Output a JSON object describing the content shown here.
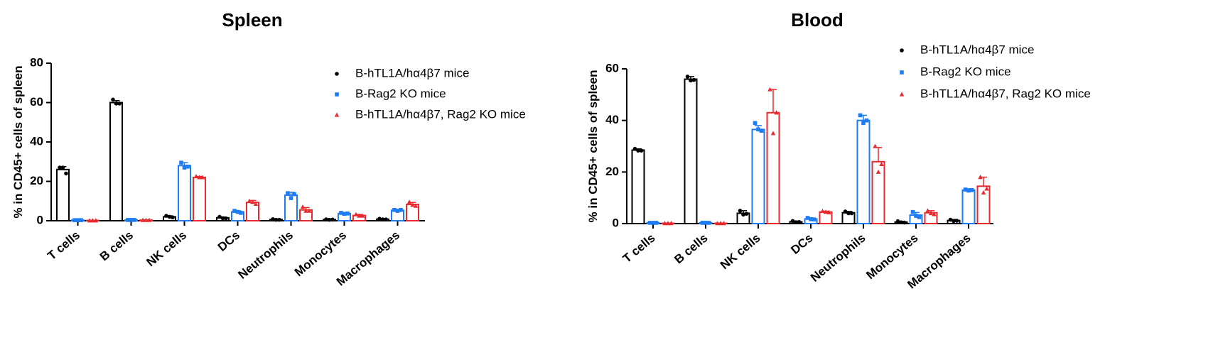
{
  "chart_data": [
    {
      "type": "bar",
      "title": "Spleen",
      "xlabel": "",
      "ylabel": "% in CD45+ cells of spleen",
      "ylim": [
        0,
        80
      ],
      "yticks": [
        0,
        20,
        40,
        60,
        80
      ],
      "categories": [
        "T cells",
        "B cells",
        "NK cells",
        "DCs",
        "Neutrophils",
        "Monocytes",
        "Macrophages"
      ],
      "legend_position": "top-right",
      "grid": false,
      "series": [
        {
          "name": "B-hTL1A/hα4β7 mice",
          "color": "#000000",
          "marker": "circle",
          "values": [
            26,
            60,
            2,
            1.5,
            0.6,
            0.6,
            0.8
          ],
          "error": [
            1.5,
            1,
            0.5,
            0.4,
            0.2,
            0.2,
            0.3
          ],
          "points": [
            [
              27,
              27,
              24
            ],
            [
              61.5,
              59.5,
              59.5
            ],
            [
              2.5,
              2,
              1.7
            ],
            [
              2,
              1.3,
              1.2
            ],
            [
              0.8,
              0.5,
              0.5
            ],
            [
              0.7,
              0.5,
              0.6
            ],
            [
              1,
              0.7,
              0.7
            ]
          ]
        },
        {
          "name": "B-Rag2 KO mice",
          "color": "#1E7CF2",
          "marker": "square",
          "values": [
            0.3,
            0.4,
            28,
            4.5,
            13,
            3.7,
            5.3
          ],
          "error": [
            0.1,
            0.1,
            1.5,
            0.5,
            1.5,
            0.5,
            0.5
          ],
          "points": [
            [
              0.3,
              0.3,
              0.3
            ],
            [
              0.4,
              0.4,
              0.4
            ],
            [
              29.5,
              27,
              27.5
            ],
            [
              5,
              4.5,
              4
            ],
            [
              14,
              11.5,
              13.5
            ],
            [
              4,
              3.5,
              3.7
            ],
            [
              5.5,
              5,
              5.5
            ]
          ]
        },
        {
          "name": "B-hTL1A/hα4β7, Rag2 KO mice",
          "color": "#E8292E",
          "marker": "triangle",
          "values": [
            0.1,
            0.3,
            22,
            9.3,
            5.5,
            2.7,
            8.3
          ],
          "error": [
            0.05,
            0.1,
            0.5,
            1,
            1.2,
            0.5,
            1
          ],
          "points": [
            [
              0.1,
              0.1,
              0.1
            ],
            [
              0.3,
              0.3,
              0.3
            ],
            [
              22.5,
              22,
              22
            ],
            [
              10,
              9.5,
              8.5
            ],
            [
              7,
              5,
              5
            ],
            [
              3.2,
              2.5,
              2.5
            ],
            [
              9.5,
              8,
              7.5
            ]
          ]
        }
      ]
    },
    {
      "type": "bar",
      "title": "Blood",
      "xlabel": "",
      "ylabel": "% in CD45+ cells of spleen",
      "ylim": [
        0,
        60
      ],
      "yticks": [
        0,
        20,
        40,
        60
      ],
      "categories": [
        "T cells",
        "B cells",
        "NK cells",
        "DCs",
        "Neutrophils",
        "Monocytes",
        "Macrophages"
      ],
      "legend_position": "top-right",
      "grid": false,
      "series": [
        {
          "name": "B-hTL1A/hα4β7 mice",
          "color": "#000000",
          "marker": "circle",
          "values": [
            28.5,
            56,
            4,
            0.7,
            4.2,
            0.6,
            1.2
          ],
          "error": [
            0.5,
            1,
            1,
            0.3,
            0.5,
            0.3,
            0.4
          ],
          "points": [
            [
              29,
              28.3,
              28.3
            ],
            [
              57,
              55.5,
              55.7
            ],
            [
              5,
              3.5,
              3.8
            ],
            [
              1,
              0.5,
              0.6
            ],
            [
              4.7,
              4,
              4
            ],
            [
              0.9,
              0.5,
              0.4
            ],
            [
              1.5,
              1,
              1.1
            ]
          ]
        },
        {
          "name": "B-Rag2 KO mice",
          "color": "#1E7CF2",
          "marker": "square",
          "values": [
            0.3,
            0.3,
            36.5,
            1.8,
            40,
            3.3,
            13
          ],
          "error": [
            0.1,
            0.1,
            1.5,
            0.4,
            2,
            1,
            0.5
          ],
          "points": [
            [
              0.3,
              0.3,
              0.3
            ],
            [
              0.3,
              0.3,
              0.3
            ],
            [
              39,
              36.5,
              36
            ],
            [
              2.2,
              1.7,
              1.6
            ],
            [
              42,
              39,
              40
            ],
            [
              4.5,
              3,
              2.5
            ],
            [
              13.2,
              12.8,
              13
            ]
          ]
        },
        {
          "name": "B-hTL1A/hα4β7, Rag2 KO mice",
          "color": "#E8292E",
          "marker": "triangle",
          "values": [
            0.1,
            0.1,
            43,
            4.5,
            24,
            4.2,
            14.5
          ],
          "error": [
            0.05,
            0.05,
            9,
            0.3,
            5.5,
            0.8,
            3.5
          ],
          "points": [
            [
              0.1,
              0.1,
              0.1
            ],
            [
              0.1,
              0.1,
              0.1
            ],
            [
              52,
              35,
              43
            ],
            [
              4.8,
              4.5,
              4.3
            ],
            [
              30,
              20,
              23
            ],
            [
              5,
              4,
              3.6
            ],
            [
              18,
              12,
              13.5
            ]
          ]
        }
      ]
    }
  ]
}
